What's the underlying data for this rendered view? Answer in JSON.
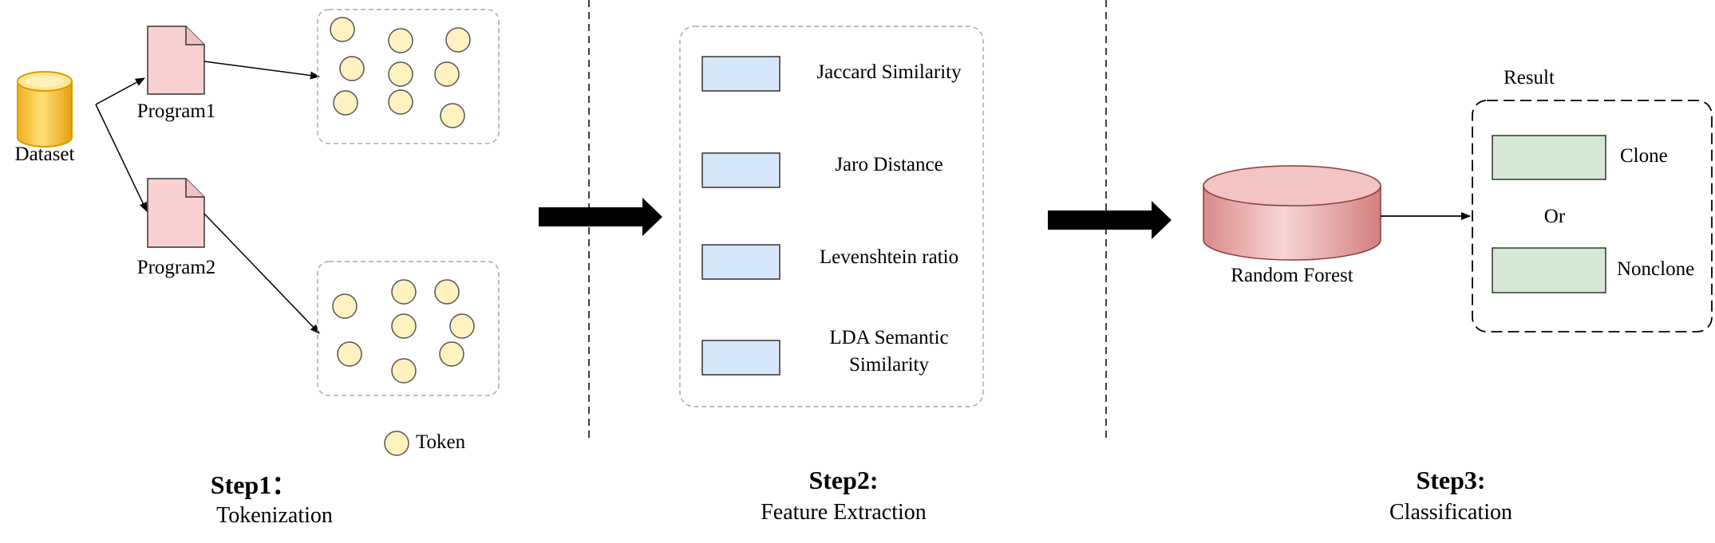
{
  "step1": {
    "dataset_label": "Dataset",
    "program1_label": "Program1",
    "program2_label": "Program2",
    "token_legend": "Token",
    "title": "Step1：",
    "subtitle": "Tokenization"
  },
  "step2": {
    "features": [
      {
        "label": "Jaccard Similarity"
      },
      {
        "label": "Jaro Distance"
      },
      {
        "label": "Levenshtein ratio"
      },
      {
        "label": "LDA Semantic\nSimilarity"
      }
    ],
    "title": "Step2:",
    "subtitle": "Feature Extraction"
  },
  "step3": {
    "model_label": "Random Forest",
    "result_label": "Result",
    "clone_label": "Clone",
    "or_label": "Or",
    "nonclone_label": "Nonclone",
    "title": "Step3:",
    "subtitle": "Classification"
  },
  "colors": {
    "dataset_yellow": "#f5c542",
    "document_pink": "#f8d0d0",
    "token_fill": "#fdf2c0",
    "feature_blue": "#d6e6fb",
    "result_green": "#d5e8d4",
    "cylinder_red": "#e9a3a3",
    "dashed_gray": "#aaaaaa",
    "arrow_black": "#000000"
  }
}
